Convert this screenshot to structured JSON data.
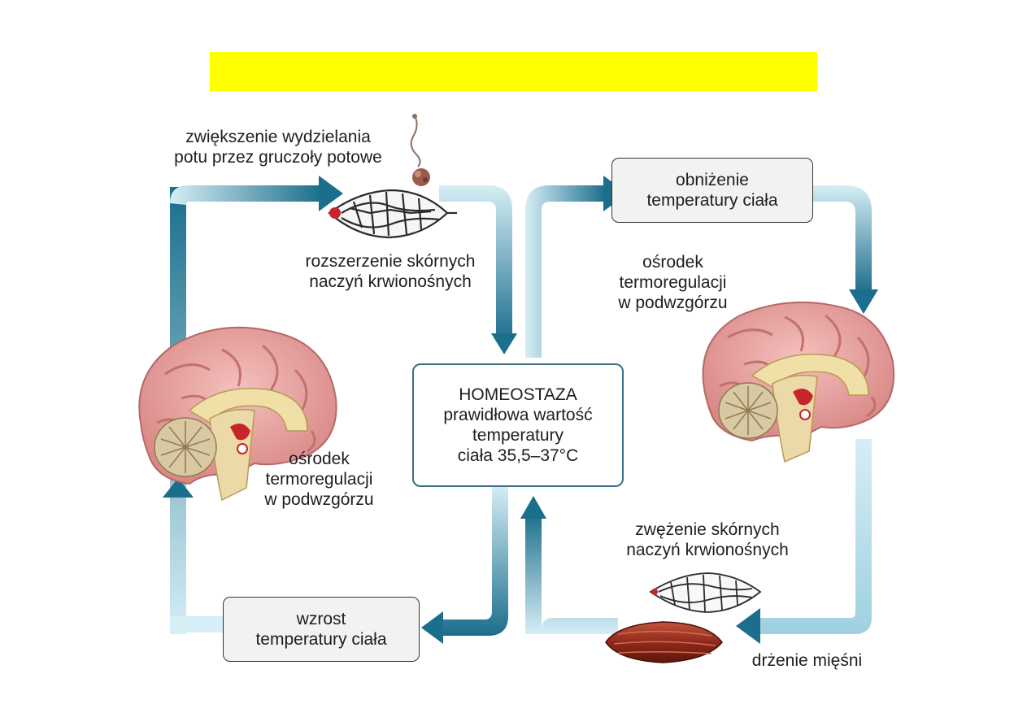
{
  "labels": {
    "sweat": [
      "zwiększenie wydzielania",
      "potu przez gruczoły potowe"
    ],
    "vasodilation": [
      "rozszerzenie skórnych",
      "naczyń krwionośnych"
    ],
    "hypothalamus_right": [
      "ośrodek",
      "termoregulacji",
      "w podwzgórzu"
    ],
    "hypothalamus_left": [
      "ośrodek",
      "termoregulacji",
      "w podwzgórzu"
    ],
    "vasoconstriction": [
      "zwężenie skórnych",
      "naczyń krwionośnych"
    ],
    "shivering": "drżenie mięśni"
  },
  "boxes": {
    "temp_drop": [
      "obniżenie",
      "temperatury ciała"
    ],
    "temp_rise": [
      "wzrost",
      "temperatury ciała"
    ],
    "homeostasis": [
      "HOMEOSTAZA",
      "prawidłowa wartość",
      "temperatury",
      "ciała 35,5–37°C"
    ]
  },
  "colors": {
    "banner": "#ffff00",
    "arrow_dark": "#1b6e8c",
    "arrow_light": "#d6eef5",
    "brain_pink": "#e8a4a2",
    "brain_gyri": "#c4716e",
    "cerebellum": "#d9c9a3",
    "hypothalamus": "#c8242c",
    "muscle": "#8e2a1a"
  },
  "icons": [
    "sweat-gland-icon",
    "blood-vessel-network-icon",
    "brain-icon",
    "muscle-icon"
  ]
}
